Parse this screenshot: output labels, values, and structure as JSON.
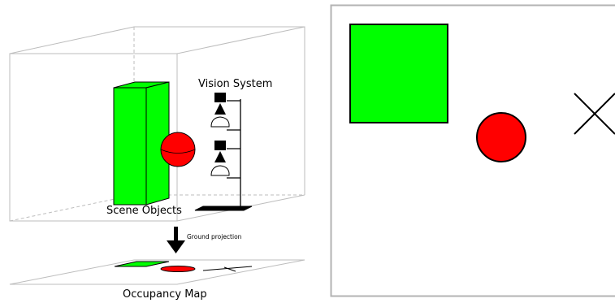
{
  "left_panel": {
    "vision_system_label": "Vision System",
    "scene_objects_label": "Scene Objects",
    "projection_label": "Ground projection",
    "occupancy_map_label": "Occupancy Map"
  },
  "colors": {
    "object_green": "#00ff00",
    "object_red": "#ff0000",
    "box_edges": "#bbbbbb",
    "panel_border": "#b3b3b3"
  },
  "icons": [
    "camera-icon",
    "cross-marker-icon"
  ]
}
